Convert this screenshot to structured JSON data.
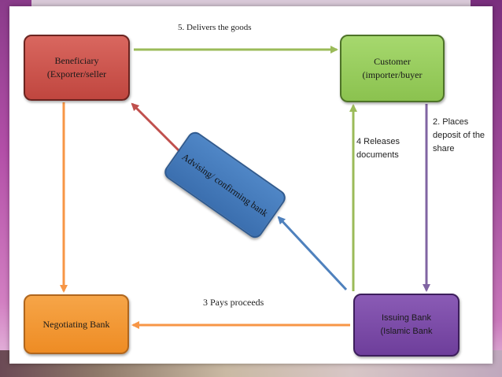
{
  "nodes": {
    "beneficiary": {
      "line1": "Beneficiary",
      "line2": "(Exporter/seller"
    },
    "customer": {
      "line1": "Customer",
      "line2": "(importer/buyer"
    },
    "advising": {
      "label": "Advising/ confirming bank"
    },
    "negotiating": {
      "label": "Negotiating  Bank"
    },
    "issuing": {
      "line1": "Issuing Bank",
      "line2": "(Islamic Bank"
    }
  },
  "edges": {
    "delivers": "5. Delivers  the goods",
    "pays": "3 Pays proceeds",
    "releases_line1": "4 Releases",
    "releases_line2": "documents",
    "places_line1": "2. Places",
    "places_line2": "deposit of the",
    "places_line3": "share"
  },
  "colors": {
    "green_arrow": "#9bbb59",
    "orange_arrow": "#f79646",
    "purple_arrow": "#8064a2",
    "blue_arrow": "#4f81bd",
    "red_arrow": "#c0504d"
  }
}
